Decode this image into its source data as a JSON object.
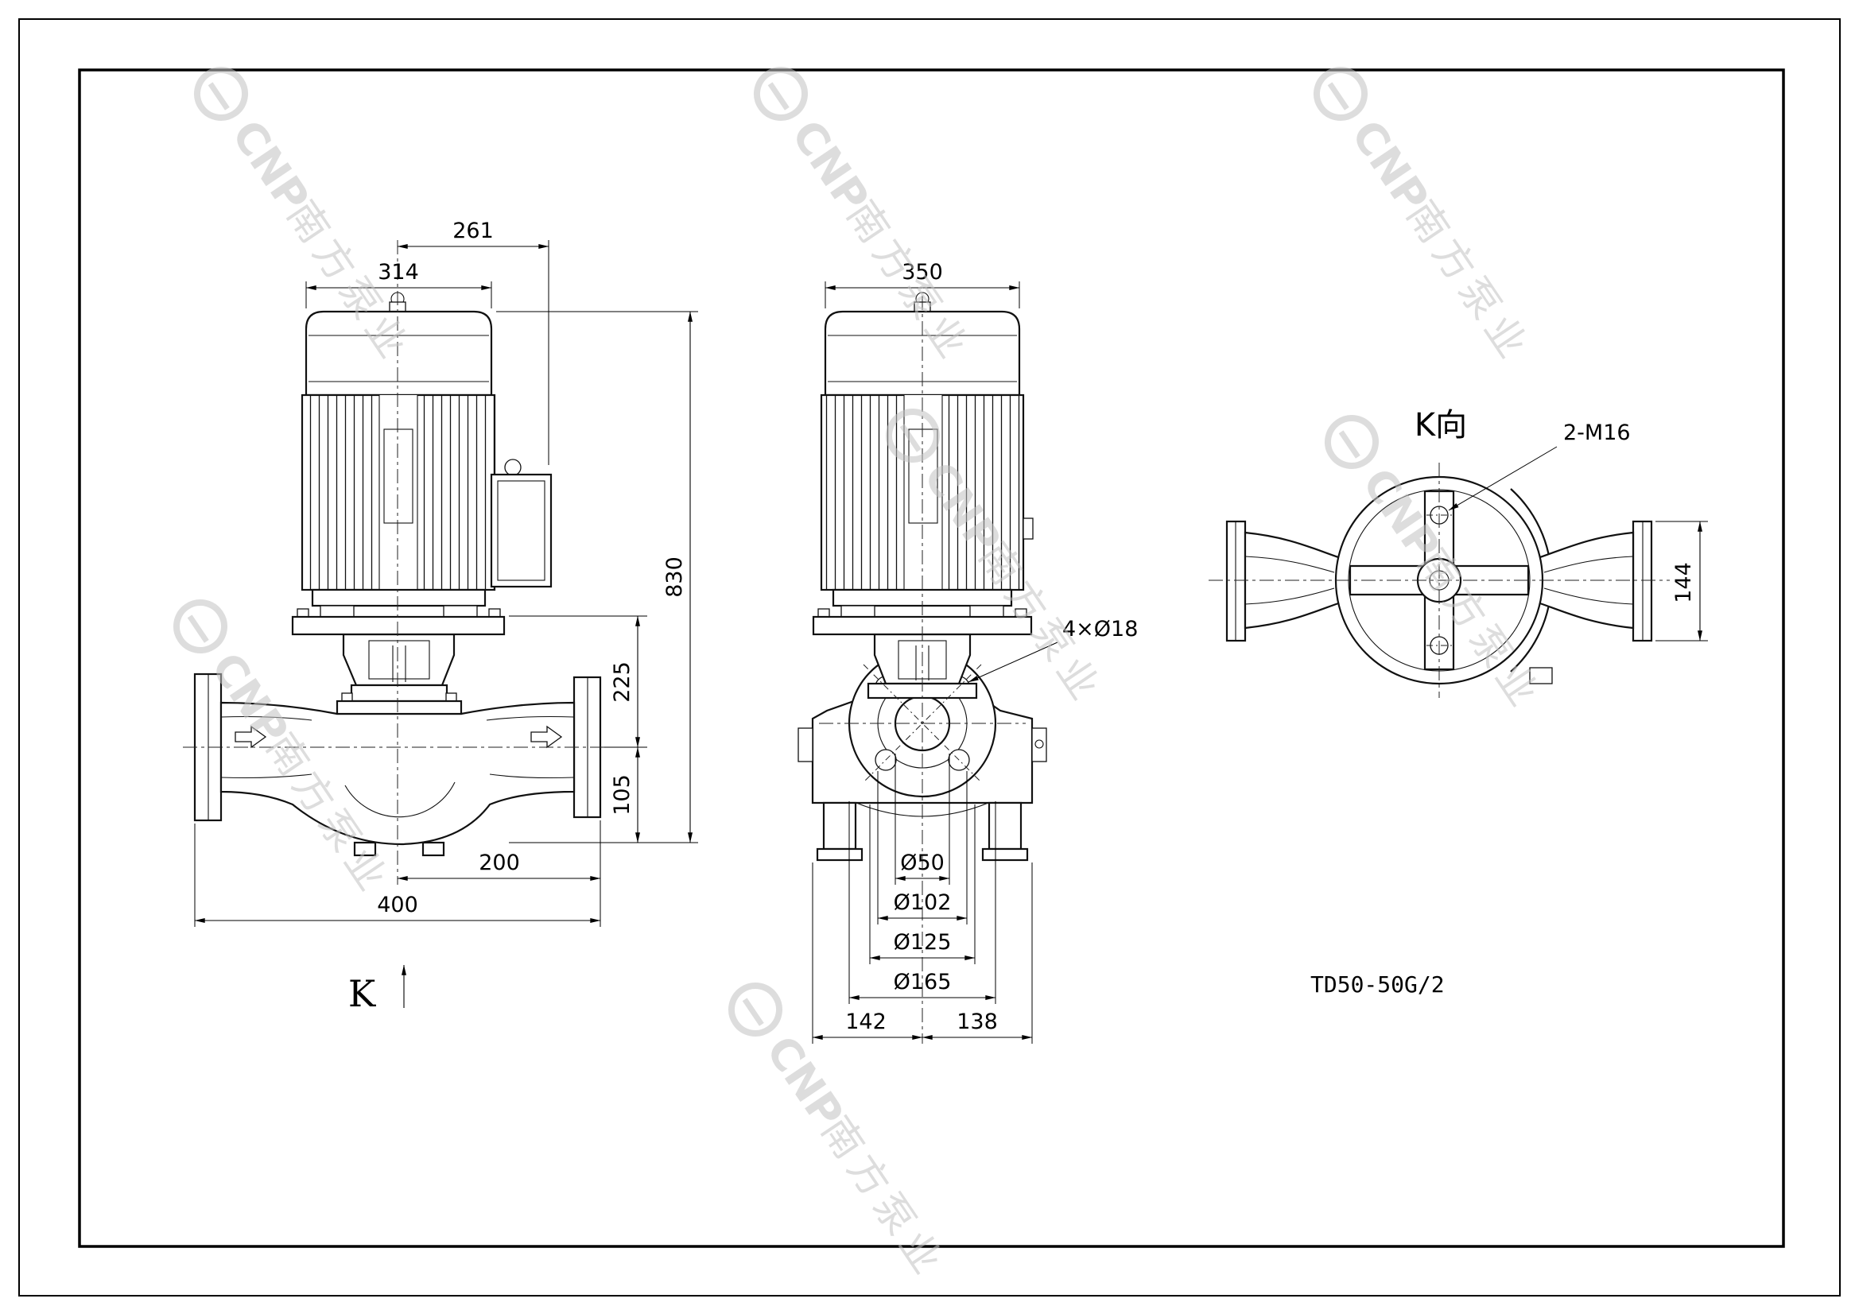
{
  "page": {
    "model_label": "TD50-50G/2"
  },
  "watermark": {
    "latin": "CNP",
    "cjk": "南方泵业"
  },
  "front_view": {
    "dim_261": "261",
    "dim_314": "314",
    "dim_830": "830",
    "dim_225": "225",
    "dim_105": "105",
    "dim_200": "200",
    "dim_400": "400",
    "view_arrow_label": "K"
  },
  "side_view": {
    "dim_350": "350",
    "bolt_note": "4×Ø18",
    "dim_d50": "Ø50",
    "dim_d102": "Ø102",
    "dim_d125": "Ø125",
    "dim_d165": "Ø165",
    "dim_142": "142",
    "dim_138": "138"
  },
  "k_view": {
    "title": "K向",
    "thread_note": "2-M16",
    "dim_144": "144"
  }
}
